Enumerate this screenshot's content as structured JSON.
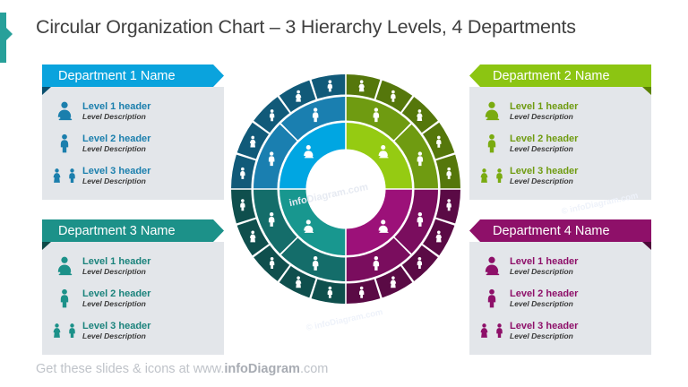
{
  "title": "Circular Organization Chart – 3 Hierarchy Levels, 4 Departments",
  "footer": {
    "prefix": "Get these slides & icons at www.",
    "brand": "infoDiagram",
    "suffix": ".com"
  },
  "watermarks": {
    "center": "infoDiagram.com",
    "below_wheel": "© infoDiagram.com",
    "right": "© infoDiagram.com"
  },
  "departments": [
    {
      "id": "dept1",
      "name": "Department 1 Name",
      "arrow": "right",
      "colors": {
        "banner": "#0aa3dd",
        "fold": "#0a4f6e",
        "text": "#1b7fad",
        "icon": "#1b7fad"
      },
      "levels": [
        {
          "header": "Level 1 header",
          "description": "Level Description",
          "icon": "manager-icon"
        },
        {
          "header": "Level 2 header",
          "description": "Level Description",
          "icon": "person-icon"
        },
        {
          "header": "Level 3 header",
          "description": "Level Description",
          "icon": "couple-icon"
        }
      ]
    },
    {
      "id": "dept2",
      "name": "Department 2 Name",
      "arrow": "left",
      "colors": {
        "banner": "#8cc512",
        "fold": "#5b8200",
        "text": "#6f9b11",
        "icon": "#7aab10"
      },
      "levels": [
        {
          "header": "Level 1 header",
          "description": "Level Description",
          "icon": "manager-icon"
        },
        {
          "header": "Level 2 header",
          "description": "Level Description",
          "icon": "person-icon"
        },
        {
          "header": "Level 3 header",
          "description": "Level Description",
          "icon": "couple-icon"
        }
      ]
    },
    {
      "id": "dept3",
      "name": "Department 3 Name",
      "arrow": "right",
      "colors": {
        "banner": "#1c9189",
        "fold": "#0d4a48",
        "text": "#1b837c",
        "icon": "#1c9189"
      },
      "levels": [
        {
          "header": "Level 1 header",
          "description": "Level Description",
          "icon": "manager-icon"
        },
        {
          "header": "Level 2 header",
          "description": "Level Description",
          "icon": "person-icon"
        },
        {
          "header": "Level 3 header",
          "description": "Level Description",
          "icon": "couple-icon"
        }
      ]
    },
    {
      "id": "dept4",
      "name": "Department 4 Name",
      "arrow": "left",
      "colors": {
        "banner": "#8e1069",
        "fold": "#4d0939",
        "text": "#8e1069",
        "icon": "#8e1069"
      },
      "levels": [
        {
          "header": "Level 1 header",
          "description": "Level Description",
          "icon": "manager-icon"
        },
        {
          "header": "Level 2 header",
          "description": "Level Description",
          "icon": "person-icon"
        },
        {
          "header": "Level 3 header",
          "description": "Level Description",
          "icon": "couple-icon"
        }
      ]
    }
  ],
  "wheel": {
    "center_hole_color": "#ffffff",
    "segment_gap_color": "#ffffff",
    "quadrants": [
      {
        "name": "department-1-quadrant",
        "position": "top-left",
        "start_angle": 270,
        "end_angle": 360,
        "ring_colors": {
          "inner": "#00a6e2",
          "middle": "#1a7fb0",
          "outer": "#115a79"
        },
        "ring_counts": {
          "inner": 1,
          "middle": 2,
          "outer": 5
        },
        "icons": {
          "inner": [
            "manager-icon"
          ],
          "middle": [
            "person-icon",
            "person-icon"
          ],
          "outer": [
            "person-icon",
            "female-icon",
            "person-icon",
            "female-icon",
            "person-icon"
          ]
        }
      },
      {
        "name": "department-2-quadrant",
        "position": "top-right",
        "start_angle": 0,
        "end_angle": 90,
        "ring_colors": {
          "inner": "#95cb12",
          "middle": "#6f9b11",
          "outer": "#55770b"
        },
        "ring_counts": {
          "inner": 1,
          "middle": 2,
          "outer": 5
        },
        "icons": {
          "inner": [
            "manager-icon"
          ],
          "middle": [
            "person-icon",
            "person-icon"
          ],
          "outer": [
            "female-icon",
            "person-icon",
            "female-icon",
            "person-icon",
            "person-icon"
          ]
        }
      },
      {
        "name": "department-3-quadrant",
        "position": "bottom-left",
        "start_angle": 180,
        "end_angle": 270,
        "ring_colors": {
          "inner": "#18978f",
          "middle": "#146d6a",
          "outer": "#0f4f4d"
        },
        "ring_counts": {
          "inner": 1,
          "middle": 2,
          "outer": 5
        },
        "icons": {
          "inner": [
            "manager-icon"
          ],
          "middle": [
            "person-icon",
            "person-icon"
          ],
          "outer": [
            "person-icon",
            "female-icon",
            "person-icon",
            "female-icon",
            "person-icon"
          ]
        }
      },
      {
        "name": "department-4-quadrant",
        "position": "bottom-right",
        "start_angle": 90,
        "end_angle": 180,
        "ring_colors": {
          "inner": "#9c1179",
          "middle": "#7a0d5e",
          "outer": "#5a0a45"
        },
        "ring_counts": {
          "inner": 1,
          "middle": 2,
          "outer": 5
        },
        "icons": {
          "inner": [
            "manager-icon"
          ],
          "middle": [
            "person-icon",
            "person-icon"
          ],
          "outer": [
            "person-icon",
            "female-icon",
            "person-icon",
            "female-icon",
            "person-icon"
          ]
        }
      }
    ]
  }
}
